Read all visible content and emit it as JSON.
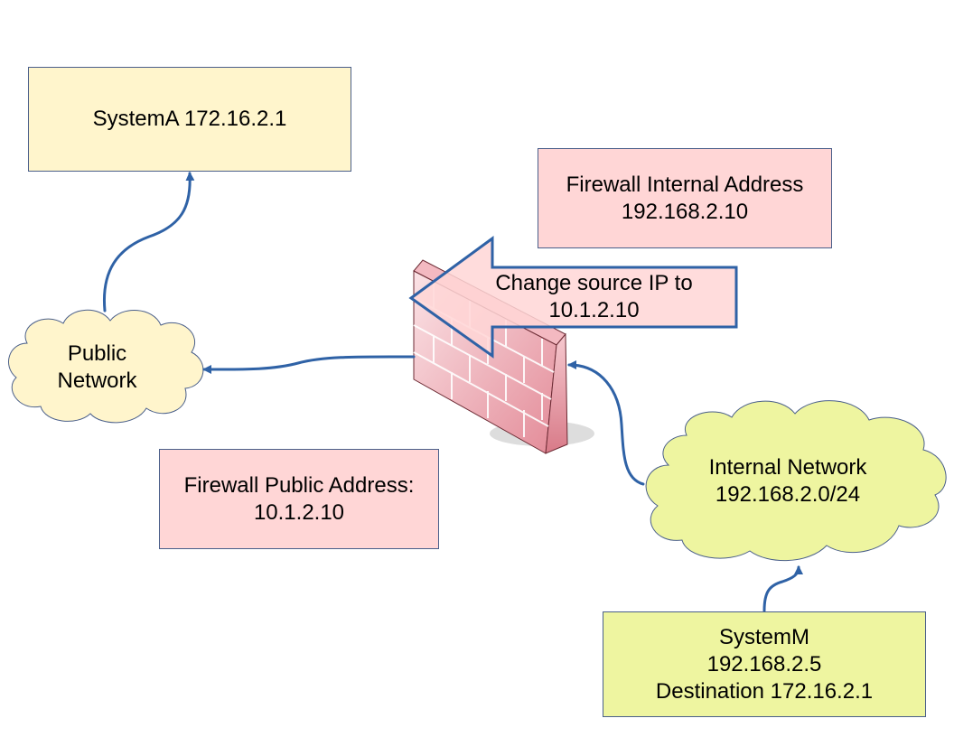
{
  "systemA": {
    "label": "SystemA 172.16.2.1",
    "fill": "#fff5cc"
  },
  "firewall_internal": {
    "line1": "Firewall Internal Address",
    "line2": "192.168.2.10",
    "fill": "#ffd6d6"
  },
  "change_arrow": {
    "line1": "Change source IP to",
    "line2": "10.1.2.10",
    "fill": "#ffd6d6",
    "stroke": "#2f62a6"
  },
  "public_network": {
    "line1": "Public",
    "line2": "Network",
    "fill": "#fff5cc"
  },
  "firewall_public": {
    "line1": "Firewall Public Address:",
    "line2": "10.1.2.10",
    "fill": "#ffd6d6"
  },
  "internal_network": {
    "line1": "Internal Network",
    "line2": "192.168.2.0/24",
    "fill": "#eef5a0"
  },
  "systemM": {
    "line1": "SystemM",
    "line2": "192.168.2.5",
    "line3": "Destination 172.16.2.1",
    "fill": "#eef5a0"
  },
  "connector_color": "#2f62a6",
  "icons": {
    "firewall": "brick-wall-firewall-icon"
  }
}
